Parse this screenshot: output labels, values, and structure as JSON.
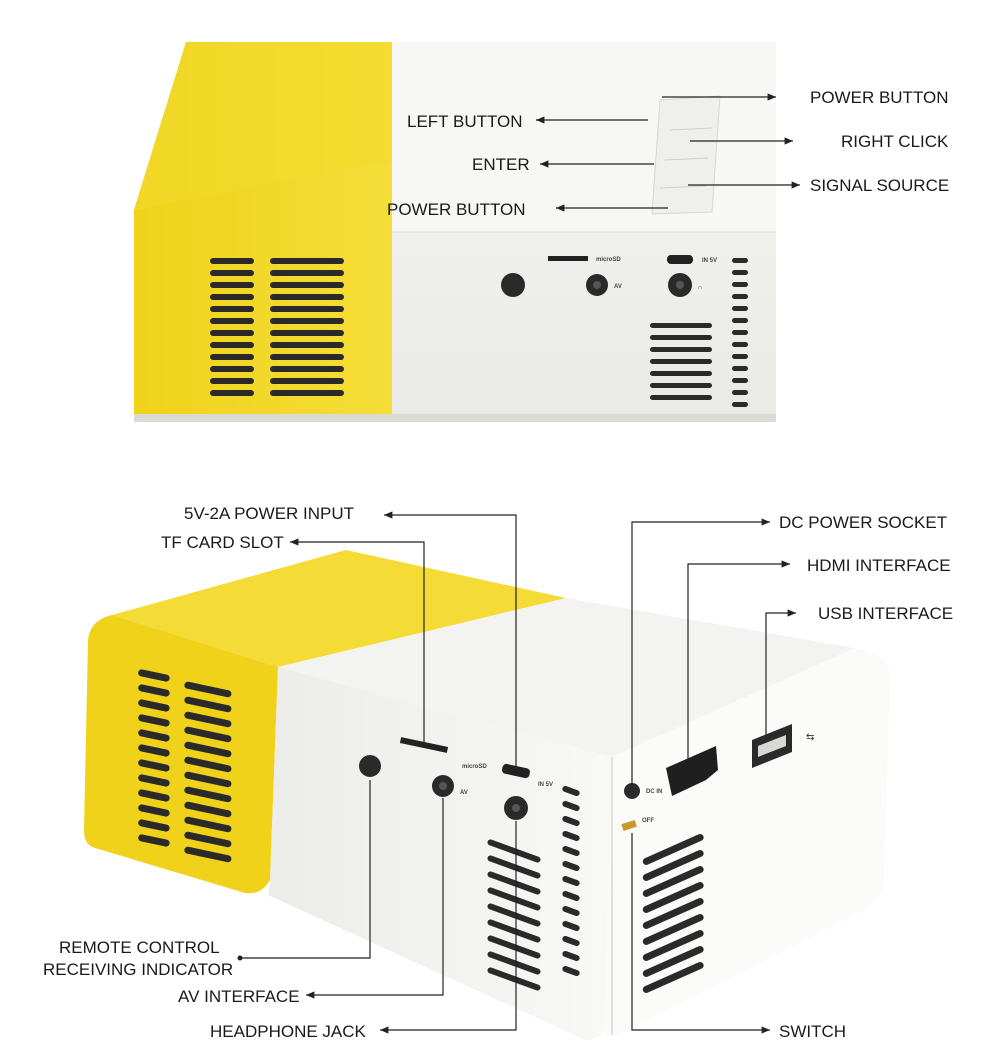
{
  "colors": {
    "yellow": "#f2d51c",
    "yellow_dark": "#e2c20b",
    "white_body": "#efefed",
    "white_side": "#e3e3e0",
    "vent": "#2a2a2a",
    "line": "#222222"
  },
  "top_view": {
    "labels": {
      "power_button_top": "POWER BUTTON",
      "left_button": "LEFT BUTTON",
      "right_click": "RIGHT CLICK",
      "enter": "ENTER",
      "signal_source": "SIGNAL SOURCE",
      "power_button_bottom": "POWER BUTTON"
    },
    "port_marks": {
      "microsd": "microSD",
      "in5v": "IN 5V",
      "av": "AV"
    }
  },
  "bottom_view": {
    "labels": {
      "power_input": "5V-2A POWER INPUT",
      "tf_card": "TF CARD SLOT",
      "remote_line1": "REMOTE CONTROL",
      "remote_line2": "RECEIVING INDICATOR",
      "av_interface": "AV INTERFACE",
      "headphone": "HEADPHONE JACK",
      "dc_power": "DC POWER SOCKET",
      "hdmi": "HDMI INTERFACE",
      "usb": "USB INTERFACE",
      "switch": "SWITCH"
    },
    "port_marks": {
      "microsd": "microSD",
      "in5v": "IN 5V",
      "av": "AV",
      "dcin": "DC IN",
      "off": "OFF"
    }
  }
}
